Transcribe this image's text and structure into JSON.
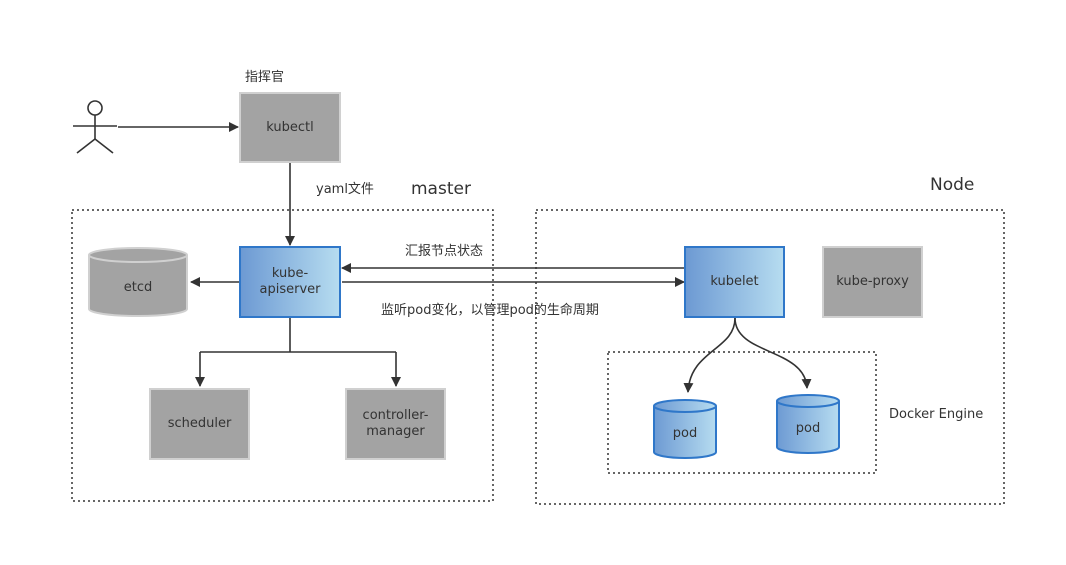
{
  "title_commander": "指挥官",
  "label_yaml": "yaml文件",
  "label_master": "master",
  "label_node": "Node",
  "label_report": "汇报节点状态",
  "label_watch": "监听pod变化，以管理pod的生命周期",
  "label_docker": "Docker Engine",
  "boxes": {
    "kubectl": "kubectl",
    "apiserver": "kube-\napiserver",
    "etcd": "etcd",
    "scheduler": "scheduler",
    "controller": "controller-\nmanager",
    "kubelet": "kubelet",
    "proxy": "kube-proxy",
    "pod1": "pod",
    "pod2": "pod"
  },
  "icons": {
    "user": "stick-figure-icon"
  }
}
